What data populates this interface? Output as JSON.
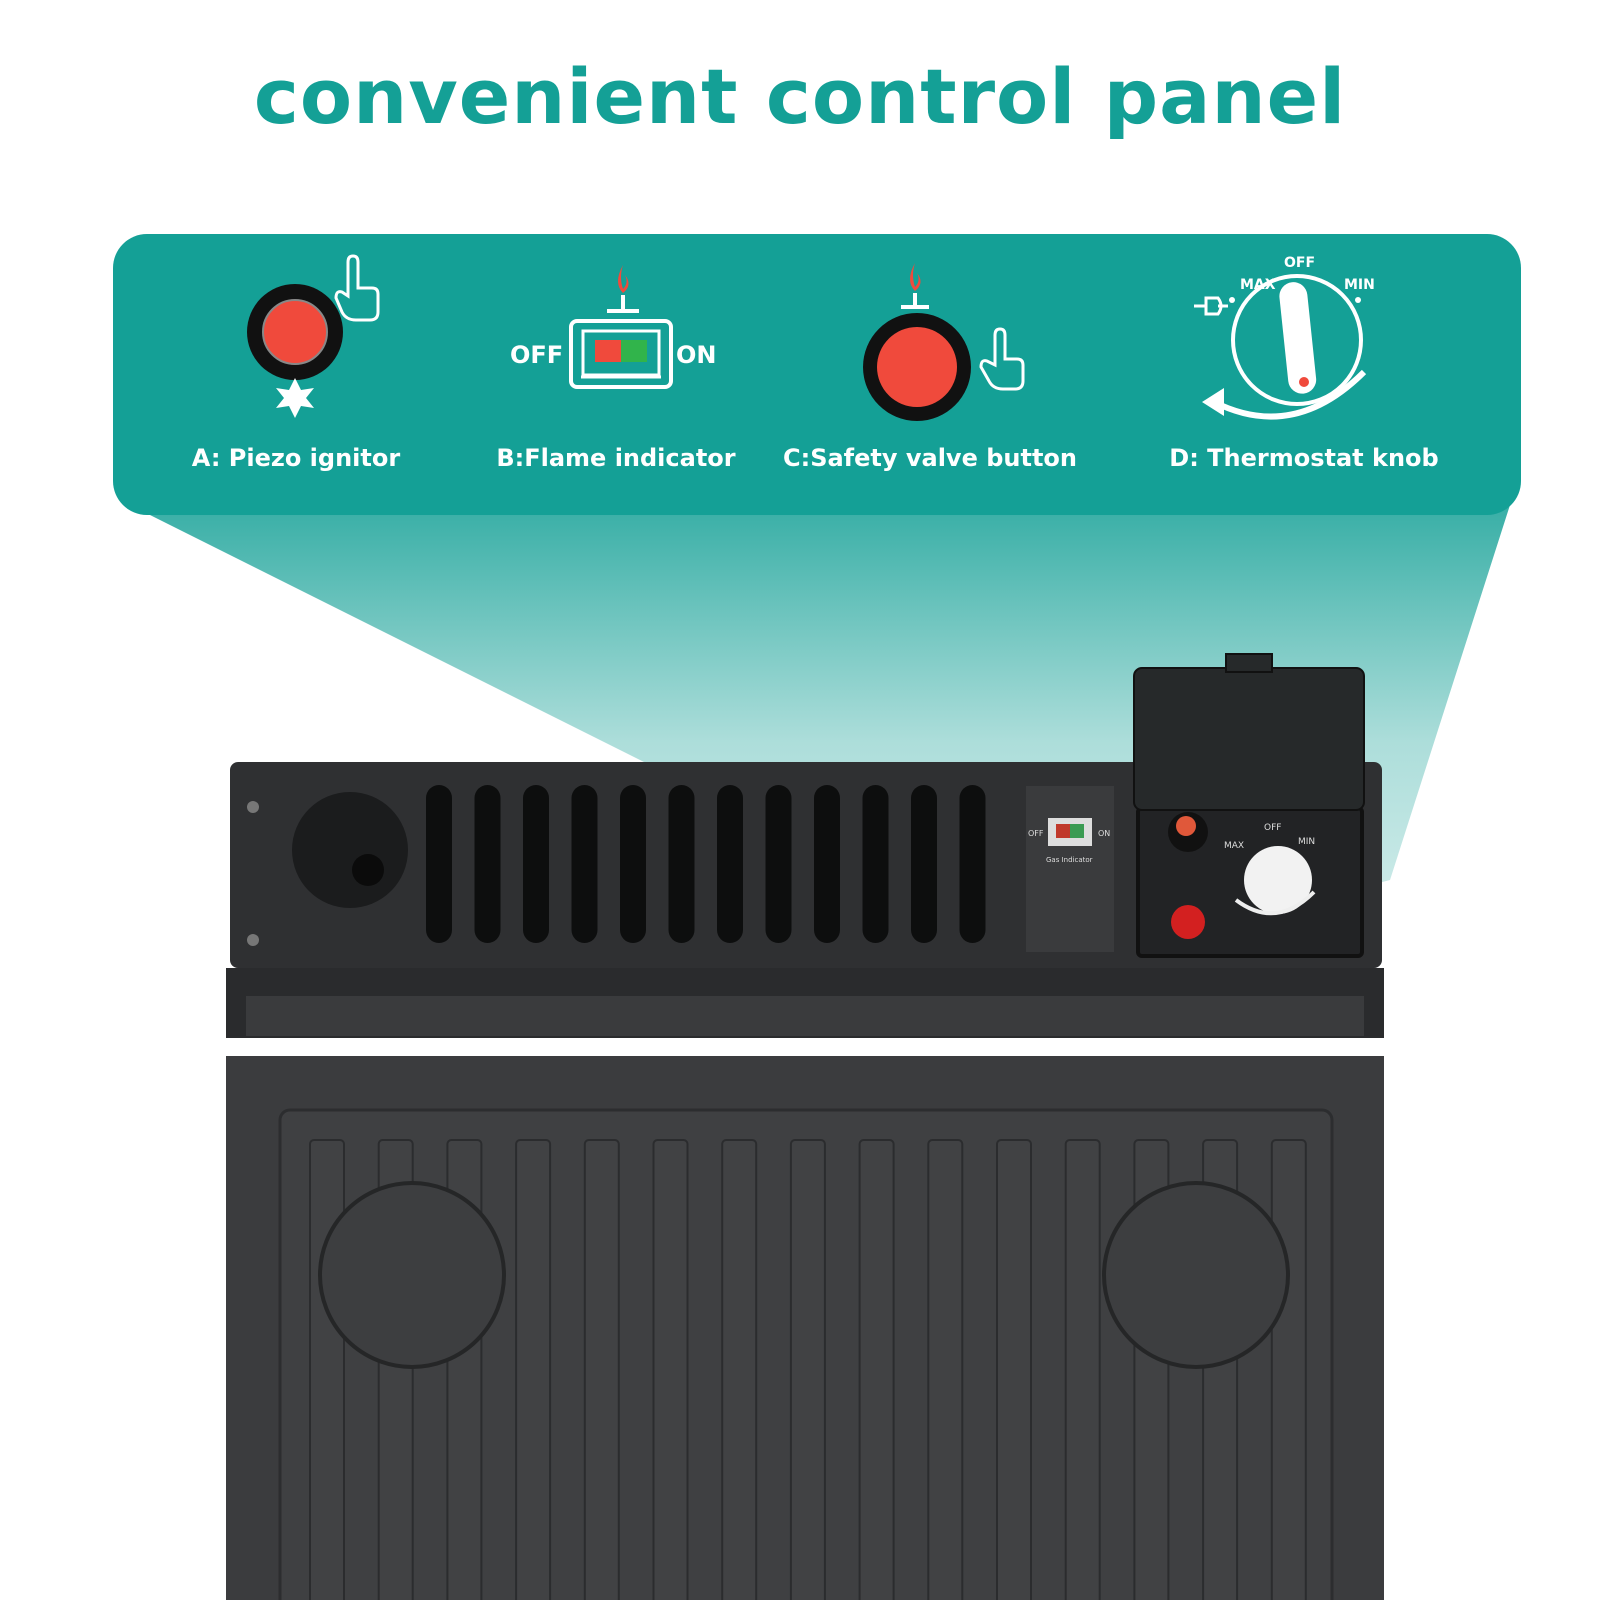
{
  "title": "convenient control panel",
  "colors": {
    "teal": "#14a096",
    "red": "#f04a3c",
    "green": "#31b44b",
    "dark": "#333436",
    "white": "#ffffff"
  },
  "controls": [
    {
      "label": "A: Piezo ignitor",
      "icon": "piezo-ignitor-icon"
    },
    {
      "label": "B:Flame indicator",
      "icon": "flame-indicator-icon"
    },
    {
      "label": "C:Safety valve button",
      "icon": "safety-valve-icon"
    },
    {
      "label": "D: Thermostat knob",
      "icon": "thermostat-knob-icon"
    }
  ],
  "flame_indicator": {
    "off_label": "OFF",
    "on_label": "ON"
  },
  "thermostat": {
    "max_label": "MAX",
    "off_label": "OFF",
    "min_label": "MIN"
  },
  "device_panel": {
    "off_label": "OFF",
    "on_label": "ON",
    "gas_indicator_label": "Gas  Indicator",
    "knob_off_label": "OFF",
    "knob_max_label": "MAX",
    "knob_min_label": "MIN"
  }
}
